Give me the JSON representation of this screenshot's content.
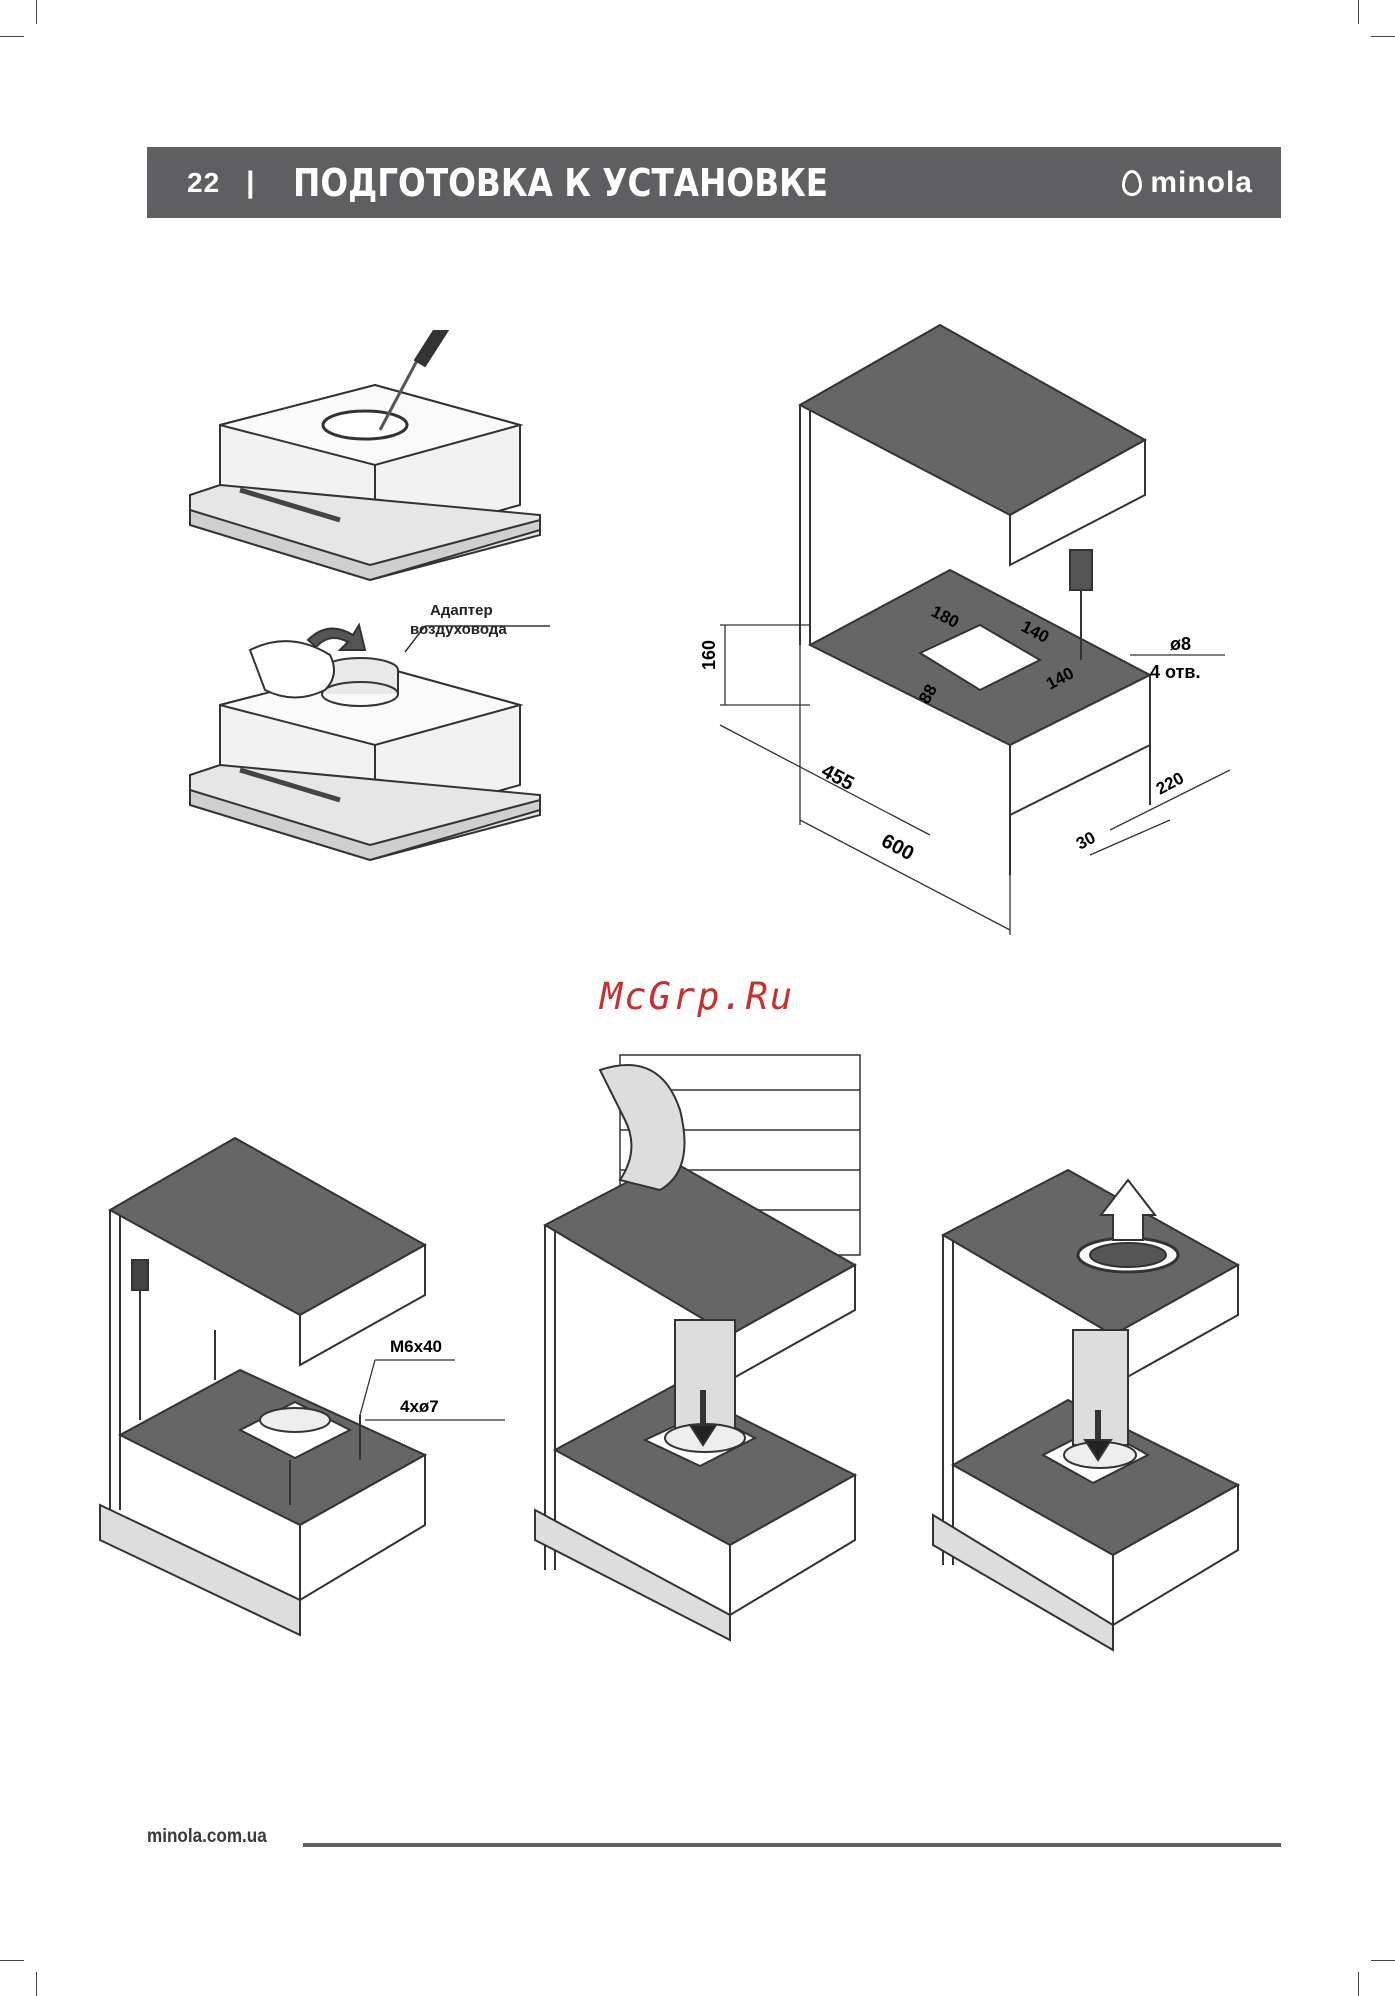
{
  "header": {
    "page_number": "22",
    "separator": "|",
    "title": "ПОДГОТОВКА К УСТАНОВКЕ",
    "brand": "minola"
  },
  "figure1": {
    "adapter_label_line1": "Адаптер",
    "adapter_label_line2": "воздуховода"
  },
  "figure2": {
    "dim_160": "160",
    "dim_180": "180",
    "dim_140_top": "140",
    "dim_140_side": "140",
    "dim_88": "88",
    "dim_455": "455",
    "dim_600": "600",
    "dim_220": "220",
    "dim_30": "30",
    "hole_diameter": "ø8",
    "hole_count": "4 отв."
  },
  "figure3": {
    "screw_size": "M6x40",
    "holes": "4xø7"
  },
  "watermark": "McGrp.Ru",
  "footer": {
    "website": "minola.com.ua"
  }
}
